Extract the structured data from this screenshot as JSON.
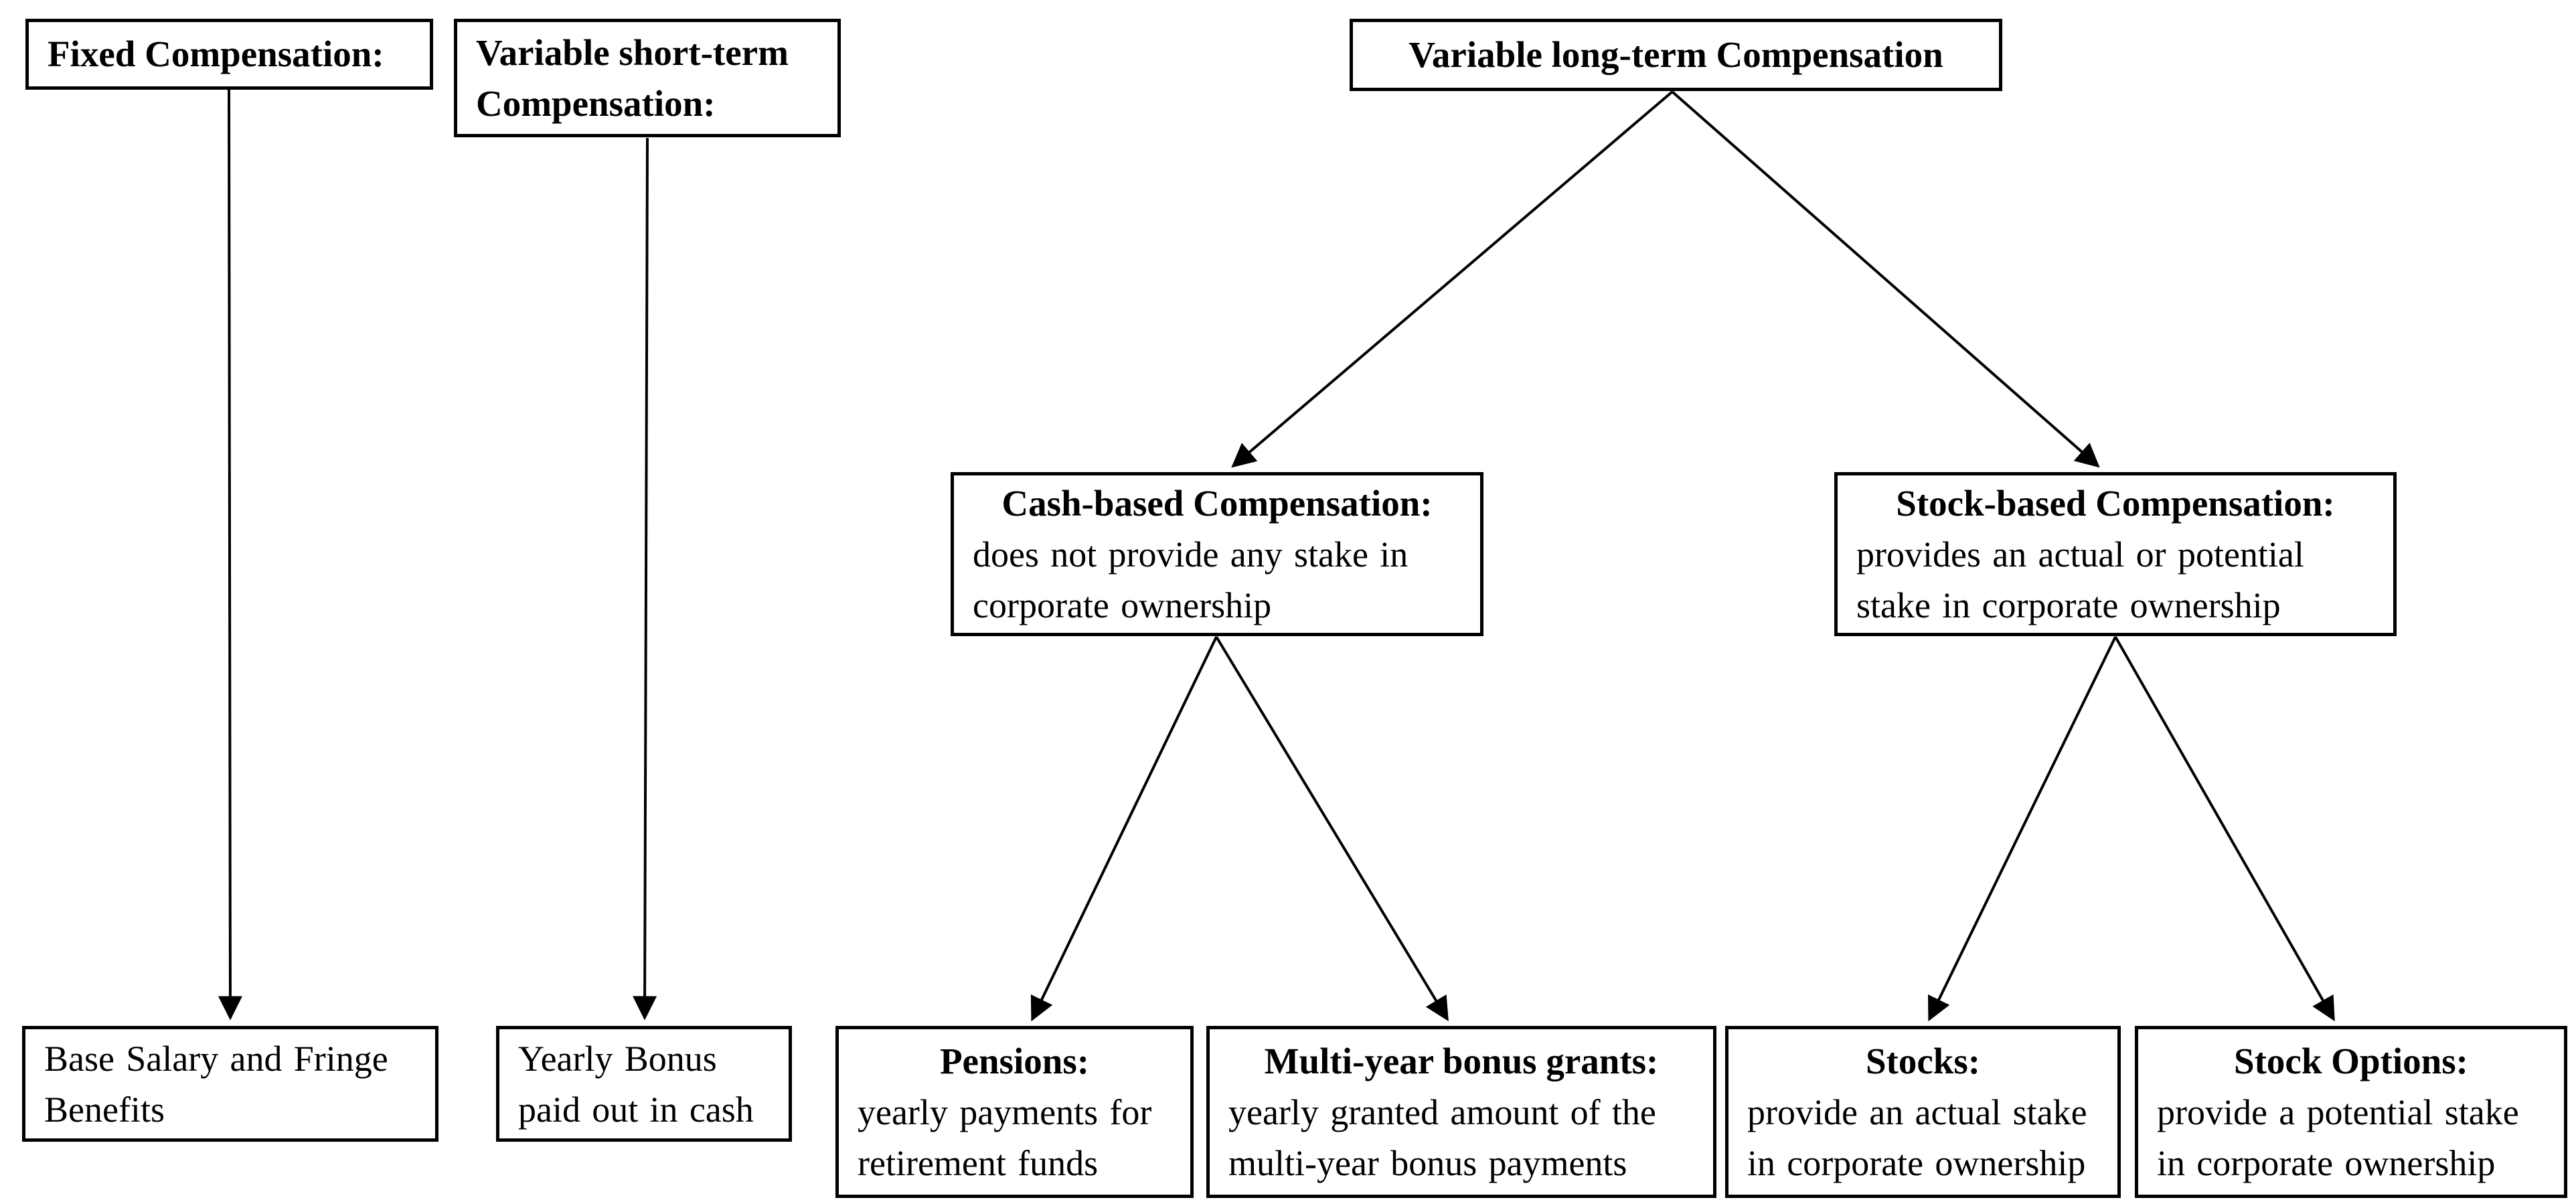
{
  "diagram_title": "Compensation types tree diagram",
  "colors": {
    "background": "#ffffff",
    "box_border": "#000000",
    "text": "#000000",
    "arrow": "#000000"
  },
  "nodes": {
    "fixed": {
      "title_lines": [
        "Fixed Compensation:"
      ]
    },
    "var_short": {
      "title_lines": [
        "Variable short-term",
        "Compensation:"
      ]
    },
    "var_long": {
      "title_lines": [
        "Variable long-term Compensation"
      ]
    },
    "cash": {
      "title_lines": [
        "Cash-based Compensation:"
      ],
      "body_lines": [
        "does not provide any stake in",
        "corporate ownership"
      ]
    },
    "stock": {
      "title_lines": [
        "Stock-based Compensation:"
      ],
      "body_lines": [
        "provides an actual or potential",
        "stake in corporate ownership"
      ]
    },
    "base_salary": {
      "body_lines": [
        "Base Salary and Fringe",
        "Benefits"
      ]
    },
    "yearly_bonus": {
      "body_lines": [
        "Yearly Bonus",
        "paid out in cash"
      ]
    },
    "pensions": {
      "title_lines": [
        "Pensions:"
      ],
      "body_lines": [
        "yearly payments for",
        "retirement funds"
      ]
    },
    "multi_year": {
      "title_lines": [
        "Multi-year bonus grants:"
      ],
      "body_lines": [
        "yearly granted amount of the",
        "multi-year bonus payments"
      ]
    },
    "stocks": {
      "title_lines": [
        "Stocks:"
      ],
      "body_lines": [
        "provide an actual stake",
        "in corporate ownership"
      ]
    },
    "stock_options": {
      "title_lines": [
        "Stock Options:"
      ],
      "body_lines": [
        "provide a potential stake",
        "in corporate ownership"
      ]
    }
  },
  "edges": [
    {
      "from": "fixed",
      "to": "base_salary"
    },
    {
      "from": "var_short",
      "to": "yearly_bonus"
    },
    {
      "from": "var_long",
      "to": "cash"
    },
    {
      "from": "var_long",
      "to": "stock"
    },
    {
      "from": "cash",
      "to": "pensions"
    },
    {
      "from": "cash",
      "to": "multi_year"
    },
    {
      "from": "stock",
      "to": "stocks"
    },
    {
      "from": "stock",
      "to": "stock_options"
    }
  ]
}
